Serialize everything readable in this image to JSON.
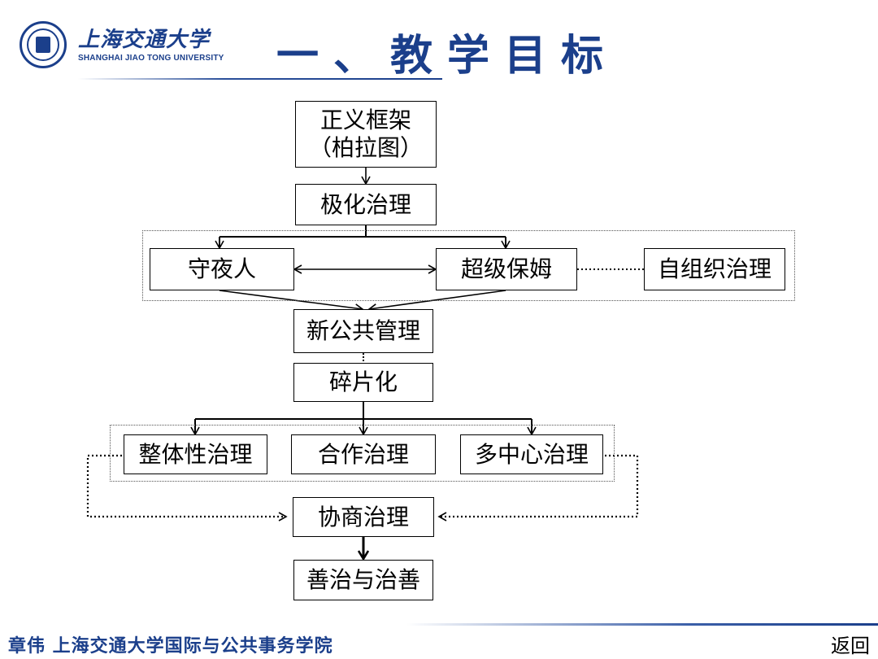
{
  "header": {
    "university_cn": "上海交通大学",
    "university_en": "SHANGHAI  JIAO TONG  UNIVERSITY",
    "title": "一、教学目标"
  },
  "nodes": {
    "justice_framework": "正义框架\n（柏拉图）",
    "polarized_governance": "极化治理",
    "night_watchman": "守夜人",
    "super_nanny": "超级保姆",
    "self_org_governance": "自组织治理",
    "new_public_management": "新公共管理",
    "fragmentation": "碎片化",
    "holistic_governance": "整体性治理",
    "cooperative_governance": "合作治理",
    "polycentric_governance": "多中心治理",
    "deliberative_governance": "协商治理",
    "good_governance": "善治与治善"
  },
  "footer": {
    "text": "章伟  上海交通大学国际与公共事务学院",
    "back_label": "返回"
  },
  "colors": {
    "brand": "#1b3f8b",
    "line": "#000000"
  }
}
